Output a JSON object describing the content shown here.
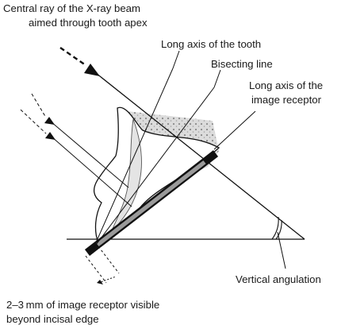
{
  "labels": {
    "central_ray_line1": "Central ray of the X-ray beam",
    "central_ray_line2": "aimed through tooth apex",
    "long_axis_tooth": "Long axis of the tooth",
    "bisecting_line": "Bisecting line",
    "long_axis_receptor_line1": "Long axis of the",
    "long_axis_receptor_line2": "image receptor",
    "vertical_angulation": "Vertical angulation",
    "receptor_visible_line1": "2–3 mm of image receptor visible",
    "receptor_visible_line2": "beyond incisal edge"
  },
  "colors": {
    "line": "#111111",
    "tooth_fill": "#ffffff",
    "pulp_fill": "#e4e4e4",
    "bone_fill": "#cfcfcf",
    "receptor_outer": "#111111",
    "receptor_inner": "#9a9a9a"
  }
}
